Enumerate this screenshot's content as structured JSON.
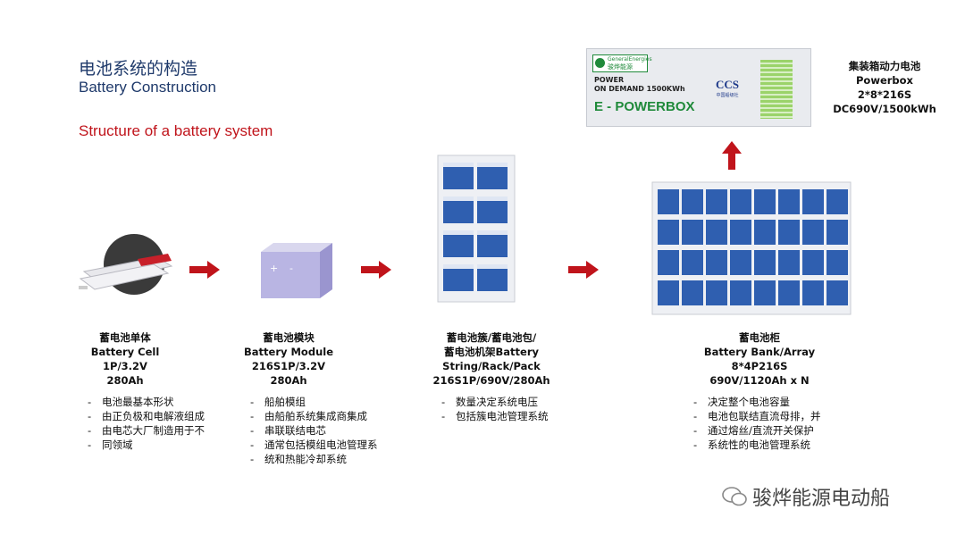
{
  "header": {
    "title_cn": "电池系统的构造",
    "title_en": "Battery Construction",
    "subtitle": "Structure of a battery system"
  },
  "cell": {
    "lines": [
      "蓄电池单体",
      "Battery Cell",
      "1P/3.2V",
      "280Ah"
    ],
    "notes": [
      "电池最基本形状",
      "由正负极和电解液组成",
      "由电芯大厂制造用于不",
      "同领域"
    ]
  },
  "module": {
    "lines": [
      "蓄电池模块",
      "Battery Module",
      "216S1P/3.2V",
      "280Ah"
    ],
    "notes": [
      "船舶模组",
      "由船舶系统集成商集成",
      "串联联结电芯",
      "通常包括模组电池管理系",
      "统和热能冷却系统"
    ]
  },
  "rack": {
    "lines": [
      "蓄电池簇/蓄电池包/",
      "蓄电池机架Battery",
      "String/Rack/Pack",
      "216S1P/690V/280Ah"
    ],
    "notes": [
      "数量决定系统电压",
      "包括簇电池管理系统"
    ]
  },
  "bank": {
    "lines": [
      "蓄电池柜",
      "Battery Bank/Array",
      "8*4P216S",
      "690V/1120Ah x N"
    ],
    "notes": [
      "决定整个电池容量",
      "电池包联结直流母排，并",
      "通过熔丝/直流开关保护",
      "系统性的电池管理系统"
    ]
  },
  "powerbox": {
    "lines": [
      "集装箱动力电池",
      "Powerbox",
      "2*8*216S",
      "DC690V/1500kWh"
    ],
    "container": {
      "logo_en": "GeneralEnergies",
      "logo_cn": "骏烨能源",
      "power_line1": "POWER",
      "power_line2": "ON DEMAND 1500KWh",
      "brand": "E - POWERBOX",
      "ccs": "CCS",
      "ccs_cn": "中国船级社"
    }
  },
  "watermark": {
    "text": "骏烨能源电动船"
  },
  "colors": {
    "arrow": "#c0141b",
    "title": "#1f3a6b",
    "subtitle": "#c0141b",
    "battery_blue": "#2f5fb0",
    "brand_green": "#1f8a3a"
  }
}
